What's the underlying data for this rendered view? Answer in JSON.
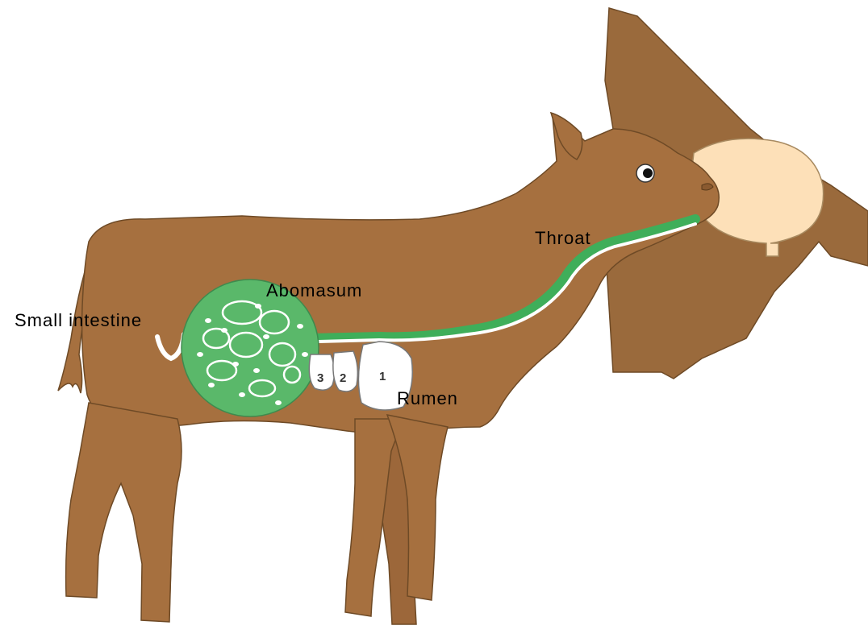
{
  "diagram": {
    "labels": {
      "small_intestine": "Small intestine",
      "abomasum": "Abomasum",
      "throat": "Throat",
      "rumen": "Rumen"
    },
    "compartment_numbers": [
      "3",
      "2",
      "1"
    ],
    "colors": {
      "calf_body": "#a6703f",
      "cow": "#9a6a3c",
      "udder": "#fde0b8",
      "abomasum": "#5ab86a",
      "esophageal_groove": "#3fae5a",
      "stomach_compartments": "#ffffff"
    },
    "icons": [
      "calf-illustration",
      "cow-illustration",
      "udder-illustration"
    ]
  }
}
